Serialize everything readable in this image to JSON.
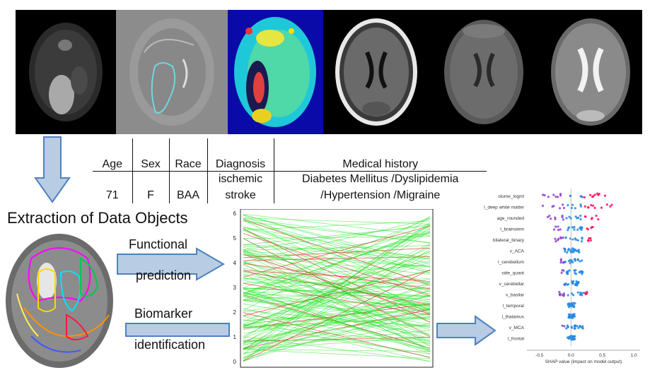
{
  "table": {
    "headers": [
      "Age",
      "Sex",
      "Race",
      "Diagnosis",
      "Medical history"
    ],
    "row1": [
      "",
      "",
      "",
      "ischemic",
      "Diabetes Mellitus /Dyslipidemia"
    ],
    "row2": [
      "71",
      "F",
      "BAA",
      "stroke",
      "/Hypertension /Migraine"
    ]
  },
  "labels": {
    "extraction": "Extraction of Data Objects",
    "functional_1": "Functional",
    "functional_2": "prediction",
    "biomarker_1": "Biomarker",
    "biomarker_2": "identification"
  },
  "chart_data": [
    {
      "type": "line",
      "y_ticks": [
        "0",
        "1",
        "2",
        "3",
        "4",
        "5",
        "6"
      ],
      "ylim": [
        0,
        6
      ]
    },
    {
      "type": "scatter",
      "categories": [
        "olume_logml",
        "l_deep white matter",
        "age_rounded",
        "l_brainstem",
        "bilateral_binary",
        "v_ACA",
        "l_cerebellum",
        "side_quant",
        "v_cerebellar",
        "v_basilar",
        "l_temporal",
        "l_thalamus",
        "v_MCA",
        "l_frontal"
      ],
      "x_ticks": [
        "-0.5",
        "0.0",
        "0.5",
        "1.0"
      ],
      "xlim": [
        -0.7,
        1.1
      ],
      "xlabel": "SHAP value (impact on model output)",
      "spreads": [
        0.9,
        1.0,
        0.7,
        0.6,
        0.5,
        0.2,
        0.3,
        0.3,
        0.2,
        0.4,
        0.1,
        0.1,
        0.3,
        0.1
      ]
    }
  ],
  "colors": {
    "arrow_fill": "#b8cce4",
    "arrow_stroke": "#4f81bd",
    "green": "#1fe21f",
    "red": "#e02020",
    "shap_blue": "#1e88e5",
    "shap_pink": "#ff0d57",
    "shap_purple": "#8c3fd0"
  }
}
